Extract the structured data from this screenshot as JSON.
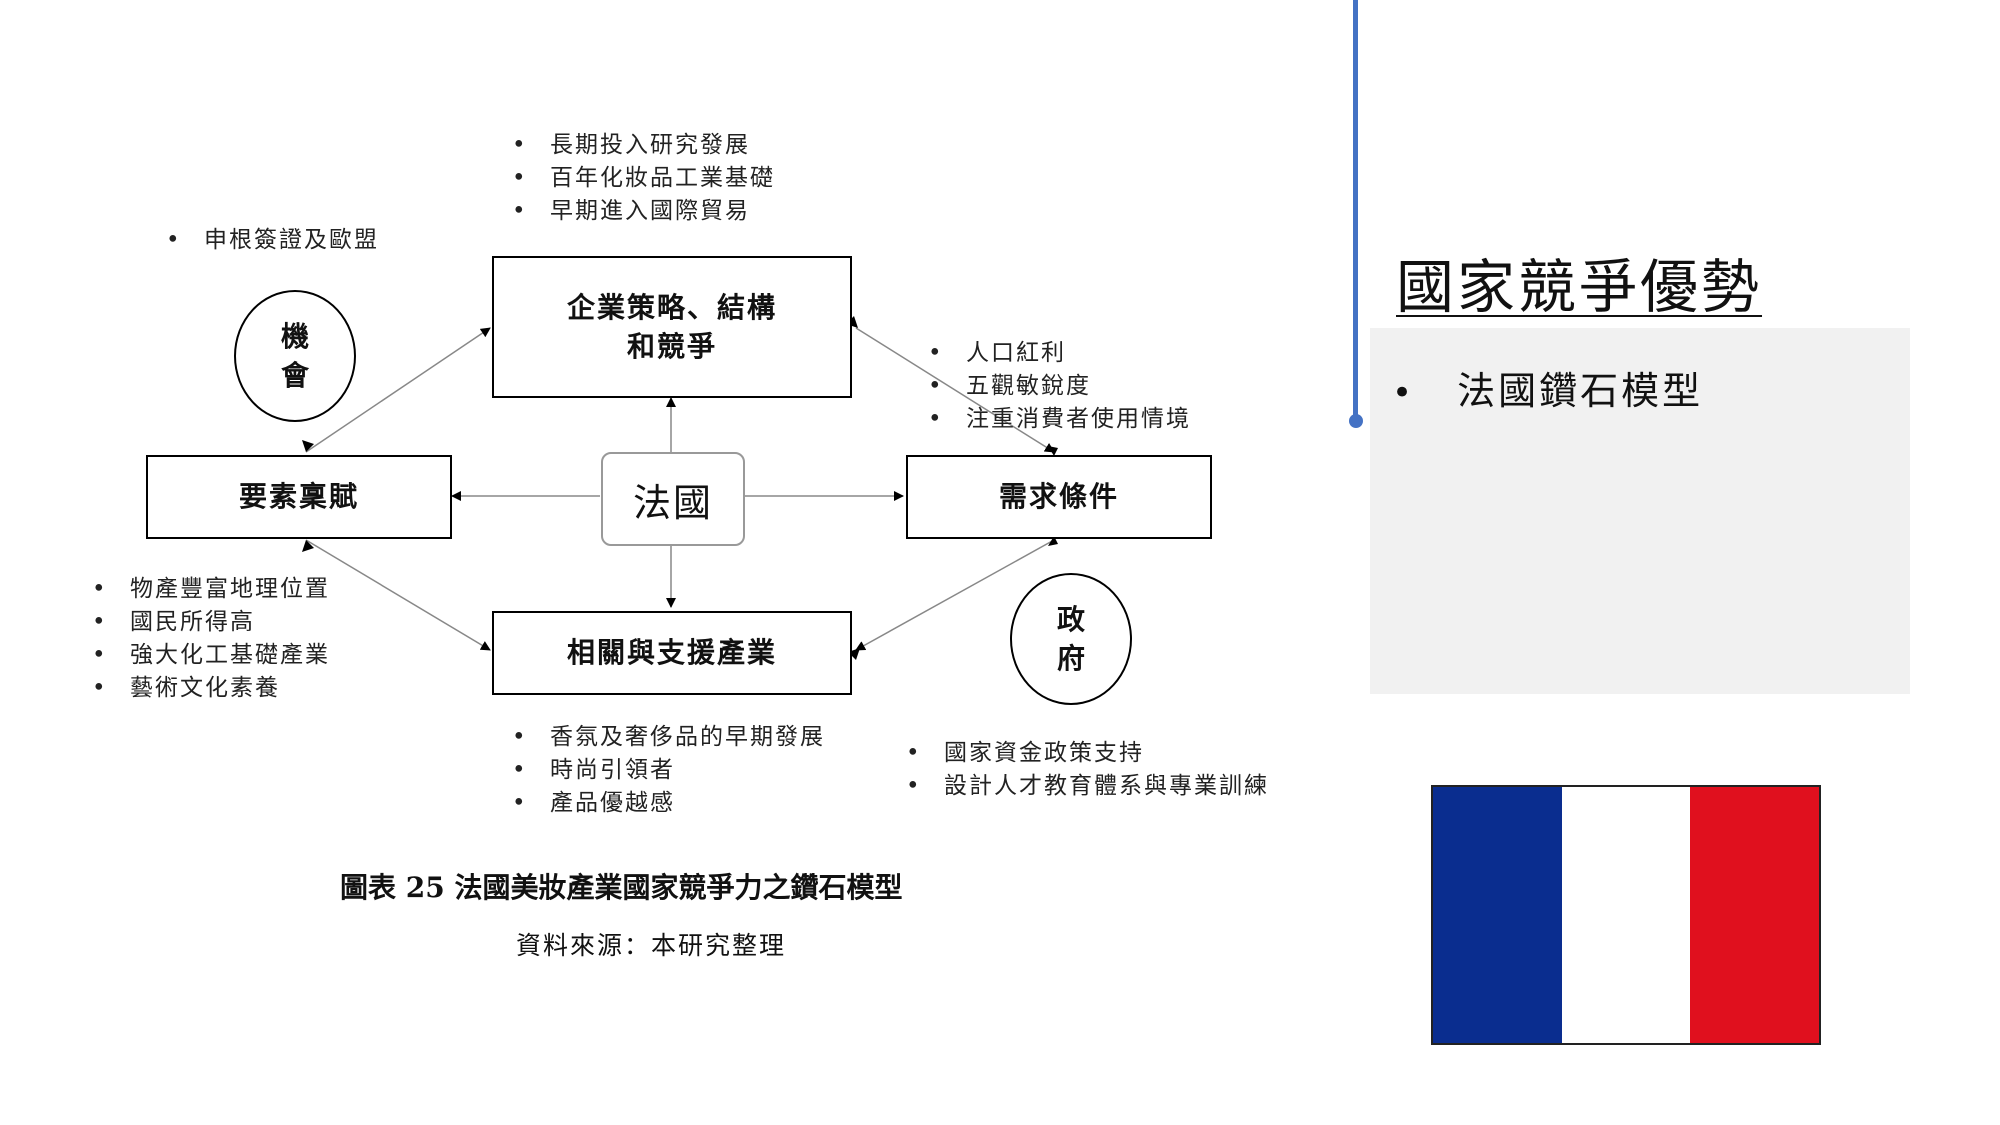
{
  "diagram": {
    "center": "法國",
    "nodes": {
      "strategy": "企業策略、結構\n和競爭",
      "factor": "要素稟賦",
      "demand": "需求條件",
      "related": "相關與支援產業",
      "chance": "機會",
      "government": "政府"
    },
    "bullets": {
      "strategy": [
        "長期投入研究發展",
        "百年化妝品工業基礎",
        "早期進入國際貿易"
      ],
      "chance": [
        "申根簽證及歐盟"
      ],
      "demand": [
        "人口紅利",
        "五觀敏銳度",
        "注重消費者使用情境"
      ],
      "factor": [
        "物產豐富地理位置",
        "國民所得高",
        "強大化工基礎產業",
        "藝術文化素養"
      ],
      "related": [
        "香氛及奢侈品的早期發展",
        "時尚引領者",
        "產品優越感"
      ],
      "government": [
        "國家資金政策支持",
        "設計人才教育體系與專業訓練"
      ]
    },
    "caption": "圖表 25 法國美妝產業國家競爭力之鑽石模型",
    "source": "資料來源：本研究整理"
  },
  "slide": {
    "title": "國家競爭優勢",
    "bullet": "法國鑽石模型"
  },
  "flag": {
    "colors": [
      "#0a2d8f",
      "#ffffff",
      "#e0101e"
    ]
  }
}
